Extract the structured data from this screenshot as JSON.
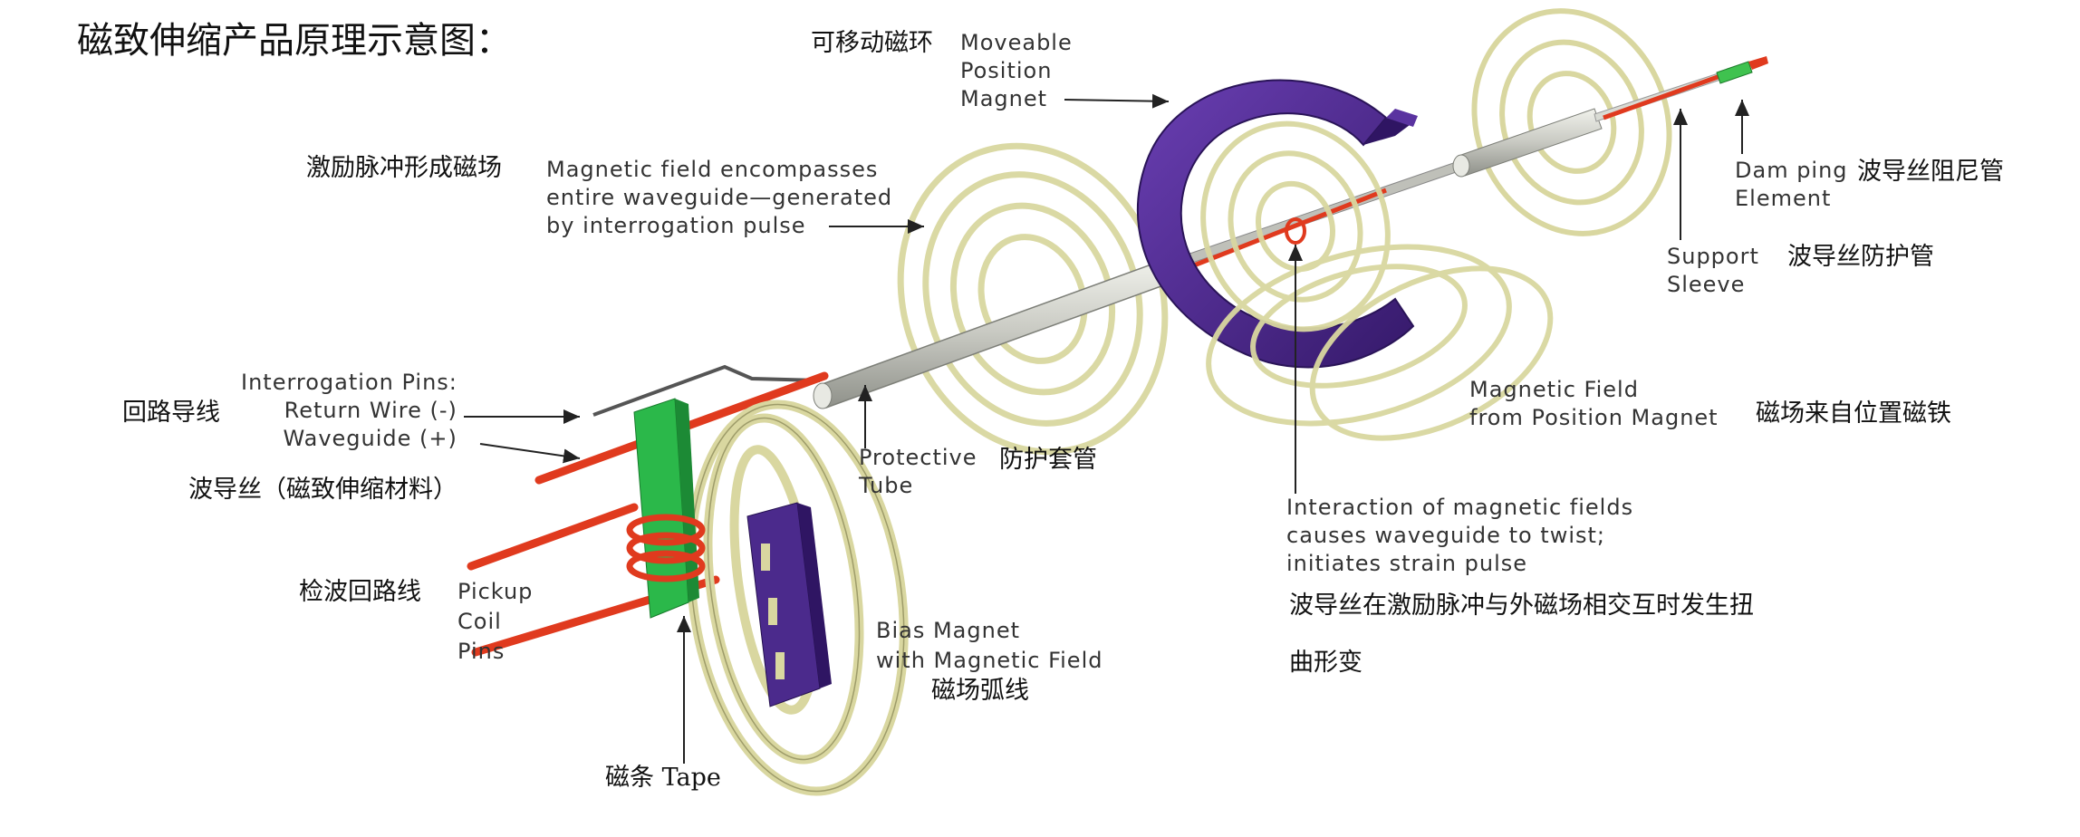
{
  "title": "磁致伸缩产品原理示意图：",
  "labels": {
    "magnet_cn": "可移动磁环",
    "magnet_en": "Moveable\nPosition\nMagnet",
    "pulse_cn": "激励脉冲形成磁场",
    "pulse_en": "Magnetic field encompasses\nentire waveguide—generated\nby interrogation pulse",
    "pins_en": "Interrogation Pins:\nReturn Wire (-)\nWaveguide (+)",
    "return_cn": "回路导线",
    "waveguide_cn": "波导丝（磁致伸缩材料）",
    "protect_en": "Protective\nTube",
    "protect_cn": "防护套管",
    "pickup_cn": "检波回路线",
    "pickup_en": "Pickup\nCoil\nPins",
    "bias_en": "Bias Magnet\nwith Magnetic Field",
    "bias_cn": "磁场弧线",
    "tape": "磁条 Tape",
    "damping_en": "Dam ping\nElement",
    "damping_cn": "波导丝阻尼管",
    "support_en": "Support\nSleeve",
    "support_cn": "波导丝防护管",
    "field_en": "Magnetic Field\nfrom Position Magnet",
    "field_cn": "磁场来自位置磁铁",
    "interaction_en": "Interaction of magnetic fields\ncauses waveguide to twist;\ninitiates strain pulse",
    "interaction_cn_1": "波导丝在激励脉冲与外磁场相交互时发生扭",
    "interaction_cn_2": "曲形变"
  },
  "colors": {
    "magnet": "#4b2a8c",
    "coil": "#d9d7a0",
    "wire": "#e03a1e",
    "tube": "#c8c9c2",
    "tape": "#2bb84a",
    "damping": "#3fc24f"
  }
}
